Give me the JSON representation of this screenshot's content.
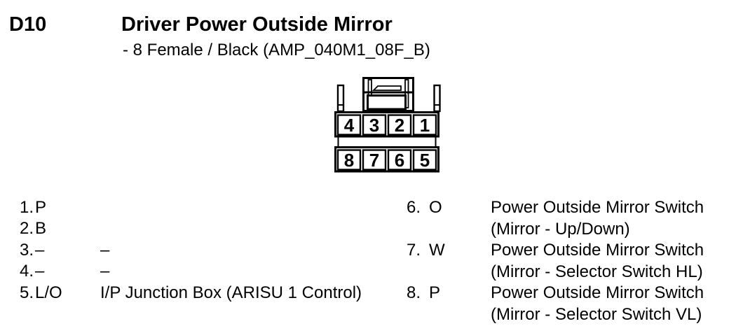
{
  "header": {
    "connector_id": "D10",
    "title": "Driver Power Outside Mirror",
    "subtitle": "- 8 Female / Black (AMP_040M1_08F_B)"
  },
  "connector": {
    "top_row": [
      "4",
      "3",
      "2",
      "1"
    ],
    "bottom_row": [
      "8",
      "7",
      "6",
      "5"
    ]
  },
  "pin_list": {
    "left": [
      {
        "num": "1.",
        "wire": "P",
        "desc": ""
      },
      {
        "num": "2.",
        "wire": "B",
        "desc": ""
      },
      {
        "num": "3.",
        "wire": "–",
        "desc": "–"
      },
      {
        "num": "4.",
        "wire": "–",
        "desc": "–"
      },
      {
        "num": "5.",
        "wire": "L/O",
        "desc": "I/P Junction Box (ARISU 1 Control)"
      }
    ],
    "right": [
      {
        "num": "6.",
        "wire": "O",
        "desc_line1": "Power Outside Mirror Switch",
        "desc_line2": "(Mirror - Up/Down)"
      },
      {
        "num": "7.",
        "wire": "W",
        "desc_line1": "Power Outside Mirror Switch",
        "desc_line2": "(Mirror - Selector Switch HL)"
      },
      {
        "num": "8.",
        "wire": "P",
        "desc_line1": "Power Outside Mirror Switch",
        "desc_line2": "(Mirror - Selector Switch VL)"
      }
    ]
  }
}
